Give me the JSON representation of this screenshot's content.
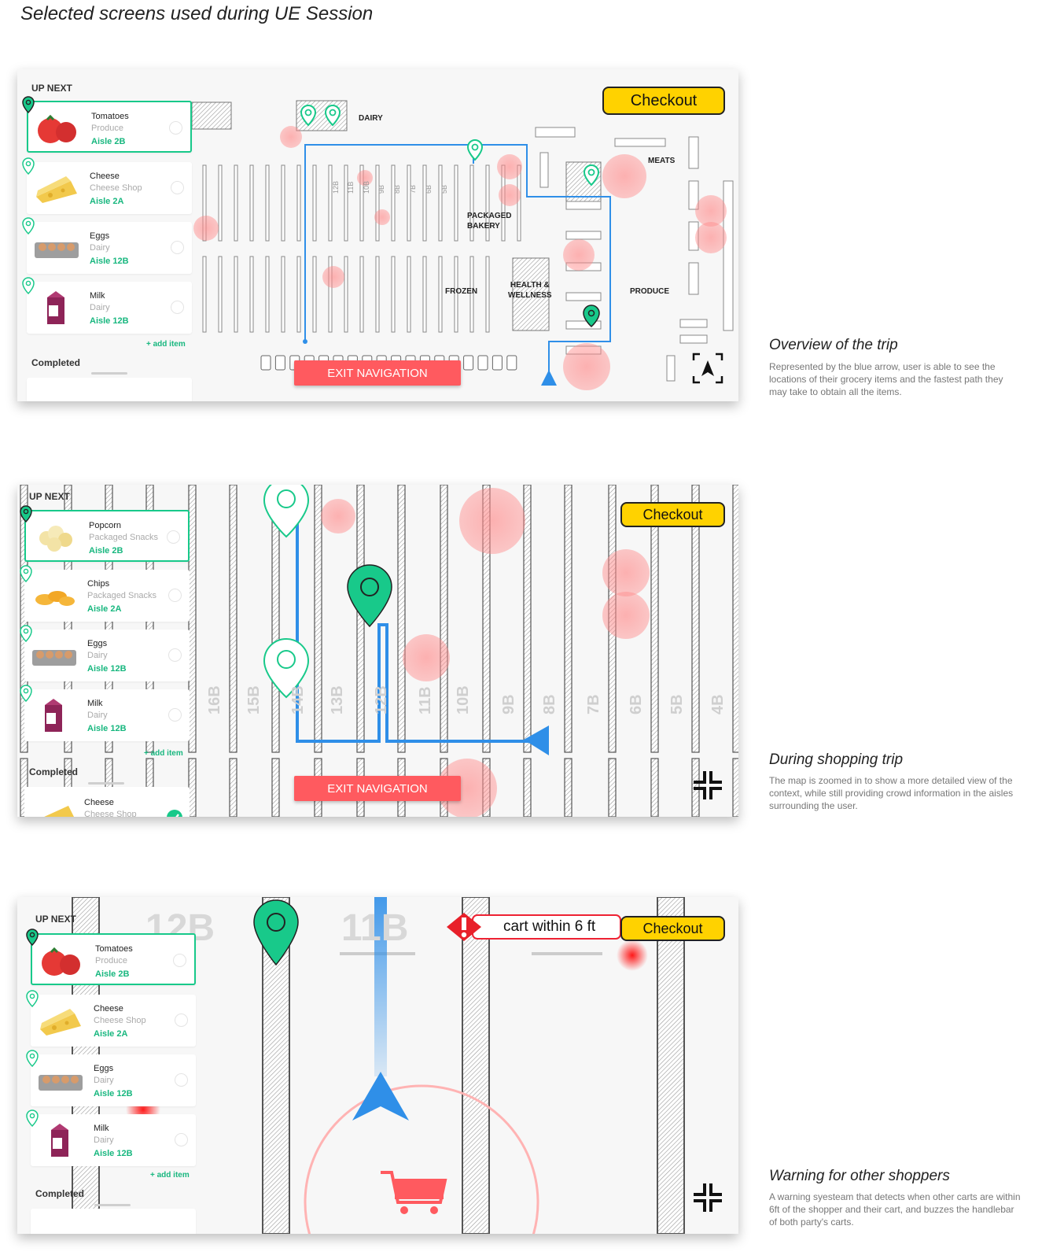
{
  "page": {
    "title": "Selected screens used during UE Session"
  },
  "common": {
    "up_next": "UP NEXT",
    "completed": "Completed",
    "add_item": "+ add item",
    "checkout": "Checkout",
    "exit_navigation": "EXIT NAVIGATION"
  },
  "screen1": {
    "items": [
      {
        "name": "Tomatoes",
        "category": "Produce",
        "aisle": "Aisle 2B",
        "active": true,
        "image": "tomato"
      },
      {
        "name": "Cheese",
        "category": "Cheese Shop",
        "aisle": "Aisle 2A",
        "active": false,
        "image": "cheese"
      },
      {
        "name": "Eggs",
        "category": "Dairy",
        "aisle": "Aisle 12B",
        "active": false,
        "image": "eggs"
      },
      {
        "name": "Milk",
        "category": "Dairy",
        "aisle": "Aisle 12B",
        "active": false,
        "image": "milk"
      }
    ],
    "map_labels": {
      "dairy": "DAIRY",
      "meats": "MEATS",
      "packaged_bakery": "PACKAGED\nBAKERY",
      "frozen": "FROZEN",
      "health": "HEALTH &\nWELLNESS",
      "produce": "PRODUCE"
    },
    "aisle_labels": [
      "12B",
      "11B",
      "10B",
      "9B",
      "8B",
      "7B",
      "6B",
      "5B"
    ]
  },
  "screen2": {
    "items": [
      {
        "name": "Popcorn",
        "category": "Packaged Snacks",
        "aisle": "Aisle 2B",
        "active": true,
        "image": "popcorn"
      },
      {
        "name": "Chips",
        "category": "Packaged Snacks",
        "aisle": "Aisle 2A",
        "active": false,
        "image": "chips"
      },
      {
        "name": "Eggs",
        "category": "Dairy",
        "aisle": "Aisle 12B",
        "active": false,
        "image": "eggs"
      },
      {
        "name": "Milk",
        "category": "Dairy",
        "aisle": "Aisle 12B",
        "active": false,
        "image": "milk"
      }
    ],
    "completed_item": {
      "name": "Cheese",
      "category": "Cheese Shop"
    },
    "aisle_labels": [
      "16B",
      "15B",
      "14B",
      "13B",
      "12B",
      "11B",
      "10B",
      "9B",
      "8B",
      "7B",
      "6B",
      "5B",
      "4B"
    ]
  },
  "screen3": {
    "items": [
      {
        "name": "Tomatoes",
        "category": "Produce",
        "aisle": "Aisle 2B",
        "active": true,
        "image": "tomato"
      },
      {
        "name": "Cheese",
        "category": "Cheese Shop",
        "aisle": "Aisle 2A",
        "active": false,
        "image": "cheese"
      },
      {
        "name": "Eggs",
        "category": "Dairy",
        "aisle": "Aisle 12B",
        "active": false,
        "image": "eggs"
      },
      {
        "name": "Milk",
        "category": "Dairy",
        "aisle": "Aisle 12B",
        "active": false,
        "image": "milk"
      }
    ],
    "aisle_labels": [
      "12B",
      "11B"
    ],
    "warning": "cart within 6 ft"
  },
  "captions": [
    {
      "title": "Overview of the trip",
      "text": "Represented by the blue arrow, user is able to see the locations of their grocery items and the fastest path they may take to obtain all the items."
    },
    {
      "title": "During shopping trip",
      "text": "The map is zoomed in to show a more detailed view of the context, while still providing crowd information in the aisles surrounding the user."
    },
    {
      "title": "Warning for other shoppers",
      "text": "A warning syesteam that detects when other carts are within 6ft of the shopper and their cart, and buzzes the handlebar of both party's carts."
    }
  ],
  "colors": {
    "accent_green": "#18c98a",
    "route_blue": "#2f8fe8",
    "checkout_yellow": "#ffd200",
    "exit_red": "#ff5a5f",
    "crowd_red": "#ff6b6b"
  }
}
